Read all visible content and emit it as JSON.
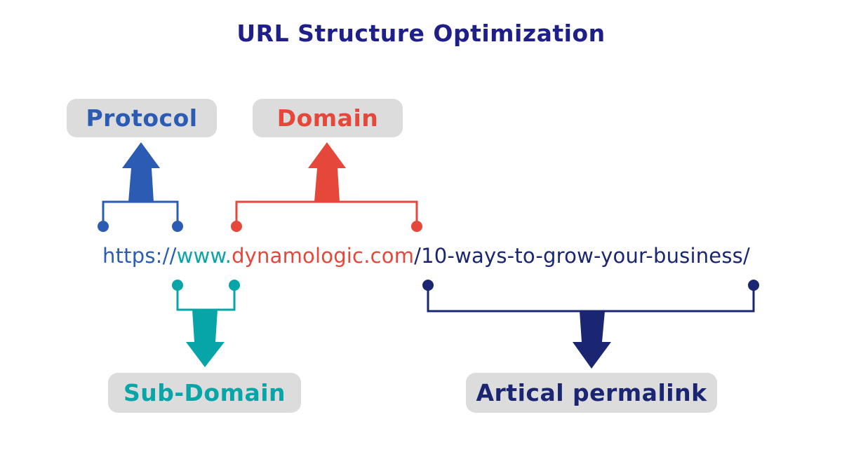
{
  "title": "URL Structure Optimization",
  "labels": {
    "protocol": "Protocol",
    "domain": "Domain",
    "sub_domain": "Sub-Domain",
    "permalink": "Artical permalink"
  },
  "url": {
    "protocol_part": "https://",
    "subdomain_part": "www.",
    "domain_part": "dynamologic.com",
    "path_part": "/10-ways-to-grow-your-business/"
  },
  "colors": {
    "title": "#1f1f8a",
    "protocol": "#2c5bb4",
    "domain": "#e5473b",
    "sub_domain": "#07a5a8",
    "permalink": "#1b2673",
    "pill_bg": "#dcdcdc"
  },
  "icons": {
    "protocol_arrow": "arrow-up-icon",
    "domain_arrow": "arrow-up-icon",
    "sub_domain_arrow": "arrow-down-icon",
    "permalink_arrow": "arrow-down-icon"
  }
}
